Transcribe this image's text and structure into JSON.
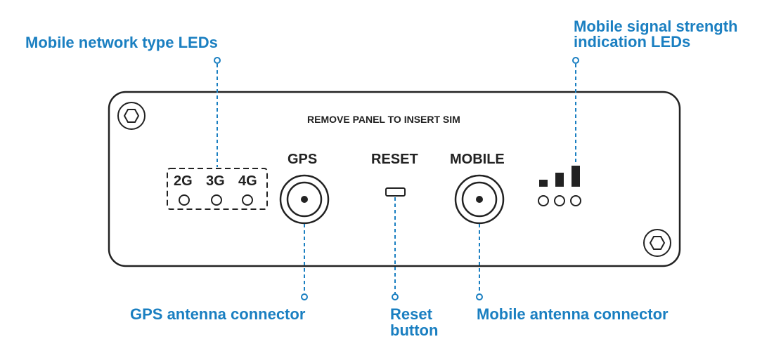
{
  "colors": {
    "accent": "#1a7fc1",
    "outline": "#222222",
    "background": "#ffffff"
  },
  "callouts": {
    "network_leds": "Mobile network type LEDs",
    "signal_leds_line1": "Mobile signal strength",
    "signal_leds_line2": "indication LEDs",
    "gps_connector": "GPS antenna connector",
    "reset_line1": "Reset",
    "reset_line2": "button",
    "mobile_connector": "Mobile antenna connector"
  },
  "panel": {
    "sim_text": "REMOVE PANEL TO INSERT SIM",
    "led_2g": "2G",
    "led_3g": "3G",
    "led_4g": "4G",
    "gps_label": "GPS",
    "reset_label": "RESET",
    "mobile_label": "MOBILE"
  },
  "icons": [
    "hex-screw-icon",
    "signal-bars-icon",
    "antenna-connector-icon"
  ],
  "signal_bars_count": 3
}
